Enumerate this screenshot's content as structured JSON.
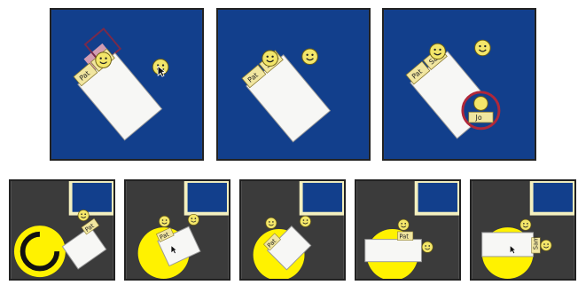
{
  "users": {
    "user_a": "Pat",
    "user_b": "Sam",
    "user_c": "Jo"
  },
  "colors": {
    "table_blue": "#123f8c",
    "panel_border": "#222222",
    "tray": "#f7f7f5",
    "emoji_yellow": "#f3e66a",
    "tab_yellow": "#f1e6a0",
    "highlight_pink": "#e9a6b6",
    "remove_ring": "#b0283a",
    "floor_dark": "#3b3b3b",
    "rotate_yellow": "#fff200",
    "table_edge": "#f4f0bf"
  },
  "icons": [
    "smiley-icon",
    "mouse-cursor-icon",
    "rotate-icon",
    "user-avatar-icon"
  ]
}
